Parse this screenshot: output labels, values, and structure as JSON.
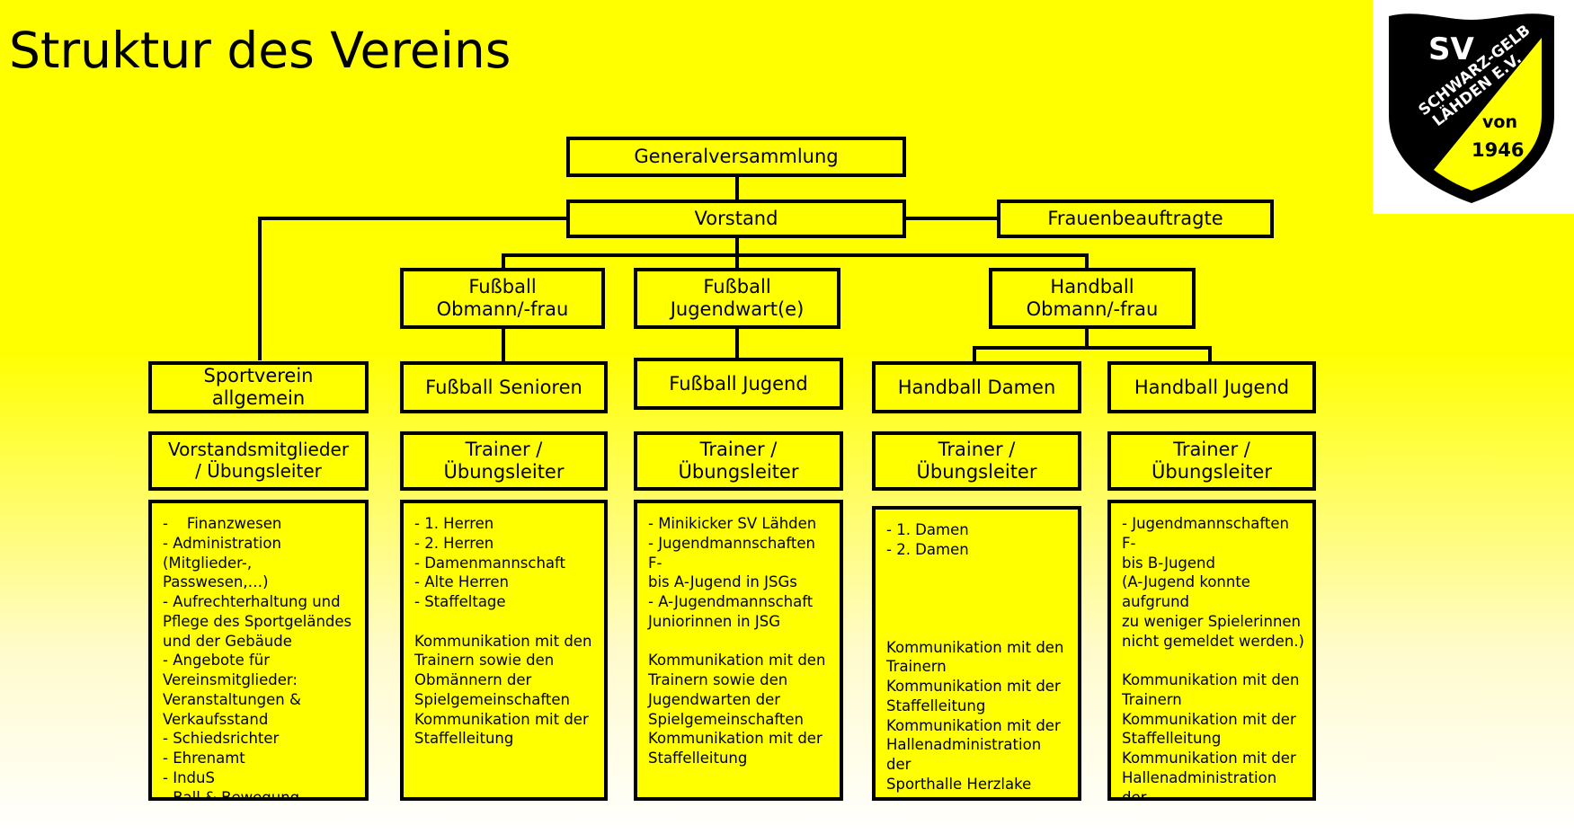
{
  "page": {
    "title": "Struktur des Vereins",
    "background_color": "#ffff00",
    "box_fill": "#ffff00",
    "box_border": "#000000"
  },
  "logo": {
    "name": "sv-schwarz-gelb-laehden-crest",
    "line1": "SV",
    "line2": "SCHWARZ-GELB",
    "line3": "LÄHDEN E.V.",
    "line4": "von",
    "line5": "1946",
    "shield_black": "#000000",
    "shield_yellow": "#ffff00",
    "panel_background": "#ffffff"
  },
  "chart_data": {
    "type": "diagram",
    "title": "Struktur des Vereins",
    "nodes": [
      {
        "id": "generalversammlung",
        "label": "Generalversammlung"
      },
      {
        "id": "vorstand",
        "label": "Vorstand"
      },
      {
        "id": "frauenbeauftragte",
        "label": "Frauenbeauftragte"
      },
      {
        "id": "fussball-obmann",
        "label": "Fußball\nObmann/-frau"
      },
      {
        "id": "fussball-jugendwart",
        "label": "Fußball\nJugendwart(e)"
      },
      {
        "id": "handball-obmann",
        "label": "Handball\nObmann/-frau"
      },
      {
        "id": "sportverein-allgemein",
        "label": "Sportverein\nallgemein"
      },
      {
        "id": "fussball-senioren",
        "label": "Fußball Senioren"
      },
      {
        "id": "fussball-jugend",
        "label": "Fußball  Jugend"
      },
      {
        "id": "handball-damen",
        "label": "Handball Damen"
      },
      {
        "id": "handball-jugend",
        "label": "Handball Jugend"
      },
      {
        "id": "vorstandsmitglieder",
        "label": "Vorstandsmitglieder\n/ Übungsleiter"
      },
      {
        "id": "trainer-1",
        "label": "Trainer /\nÜbungsleiter"
      },
      {
        "id": "trainer-2",
        "label": "Trainer /\nÜbungsleiter"
      },
      {
        "id": "trainer-3",
        "label": "Trainer /\nÜbungsleiter"
      },
      {
        "id": "trainer-4",
        "label": "Trainer /\nÜbungsleiter"
      }
    ],
    "edges": [
      [
        "generalversammlung",
        "vorstand"
      ],
      [
        "vorstand",
        "frauenbeauftragte"
      ],
      [
        "vorstand",
        "sportverein-allgemein"
      ],
      [
        "vorstand",
        "fussball-obmann"
      ],
      [
        "vorstand",
        "fussball-jugendwart"
      ],
      [
        "vorstand",
        "handball-obmann"
      ],
      [
        "fussball-obmann",
        "fussball-senioren"
      ],
      [
        "fussball-jugendwart",
        "fussball-jugend"
      ],
      [
        "handball-obmann",
        "handball-damen"
      ],
      [
        "handball-obmann",
        "handball-jugend"
      ]
    ]
  },
  "columns": [
    {
      "key": "allgemein",
      "unit_label": "Sportverein\nallgemein",
      "trainer_label": "Vorstandsmitglieder\n/ Übungsleiter",
      "details": "-    Finanzwesen\n- Administration (Mitglieder-,\nPasswesen,…)\n- Aufrechterhaltung und\nPflege des Sportgeländes\nund der Gebäude\n- Angebote für\nVereinsmitglieder:\nVeranstaltungen &\nVerkaufsstand\n- Schiedsrichter\n- Ehrenamt\n- InduS\n- Ball & Bewegung\n…"
    },
    {
      "key": "fussball-senioren",
      "unit_label": "Fußball Senioren",
      "trainer_label": "Trainer /\nÜbungsleiter",
      "details": "- 1. Herren\n- 2. Herren\n- Damenmannschaft\n- Alte Herren\n- Staffeltage\n\nKommunikation mit den\nTrainern sowie den\nObmännern der\nSpielgemeinschaften\nKommunikation mit der\nStaffelleitung"
    },
    {
      "key": "fussball-jugend",
      "unit_label": "Fußball  Jugend",
      "trainer_label": "Trainer /\nÜbungsleiter",
      "details": "- Minikicker SV Lähden\n- Jugendmannschaften F-\nbis A-Jugend in JSGs\n- A-Jugendmannschaft\nJuniorinnen in JSG\n\nKommunikation mit den\nTrainern sowie den\nJugendwarten der\nSpielgemeinschaften\nKommunikation mit der\nStaffelleitung"
    },
    {
      "key": "handball-damen",
      "unit_label": "Handball Damen",
      "trainer_label": "Trainer /\nÜbungsleiter",
      "details": "- 1. Damen\n- 2. Damen\n\n\n\n\nKommunikation mit den\nTrainern\nKommunikation mit der\nStaffelleitung\nKommunikation mit der\nHallenadministration der\nSporthalle Herzlake"
    },
    {
      "key": "handball-jugend",
      "unit_label": "Handball Jugend",
      "trainer_label": "Trainer /\nÜbungsleiter",
      "details": "- Jugendmannschaften F-\nbis B-Jugend\n(A-Jugend konnte aufgrund\nzu weniger Spielerinnen\nnicht gemeldet werden.)\n\nKommunikation mit den\nTrainern\nKommunikation mit der\nStaffelleitung\nKommunikation mit der\nHallenadministration der\nSporthalle Herzlake"
    }
  ]
}
